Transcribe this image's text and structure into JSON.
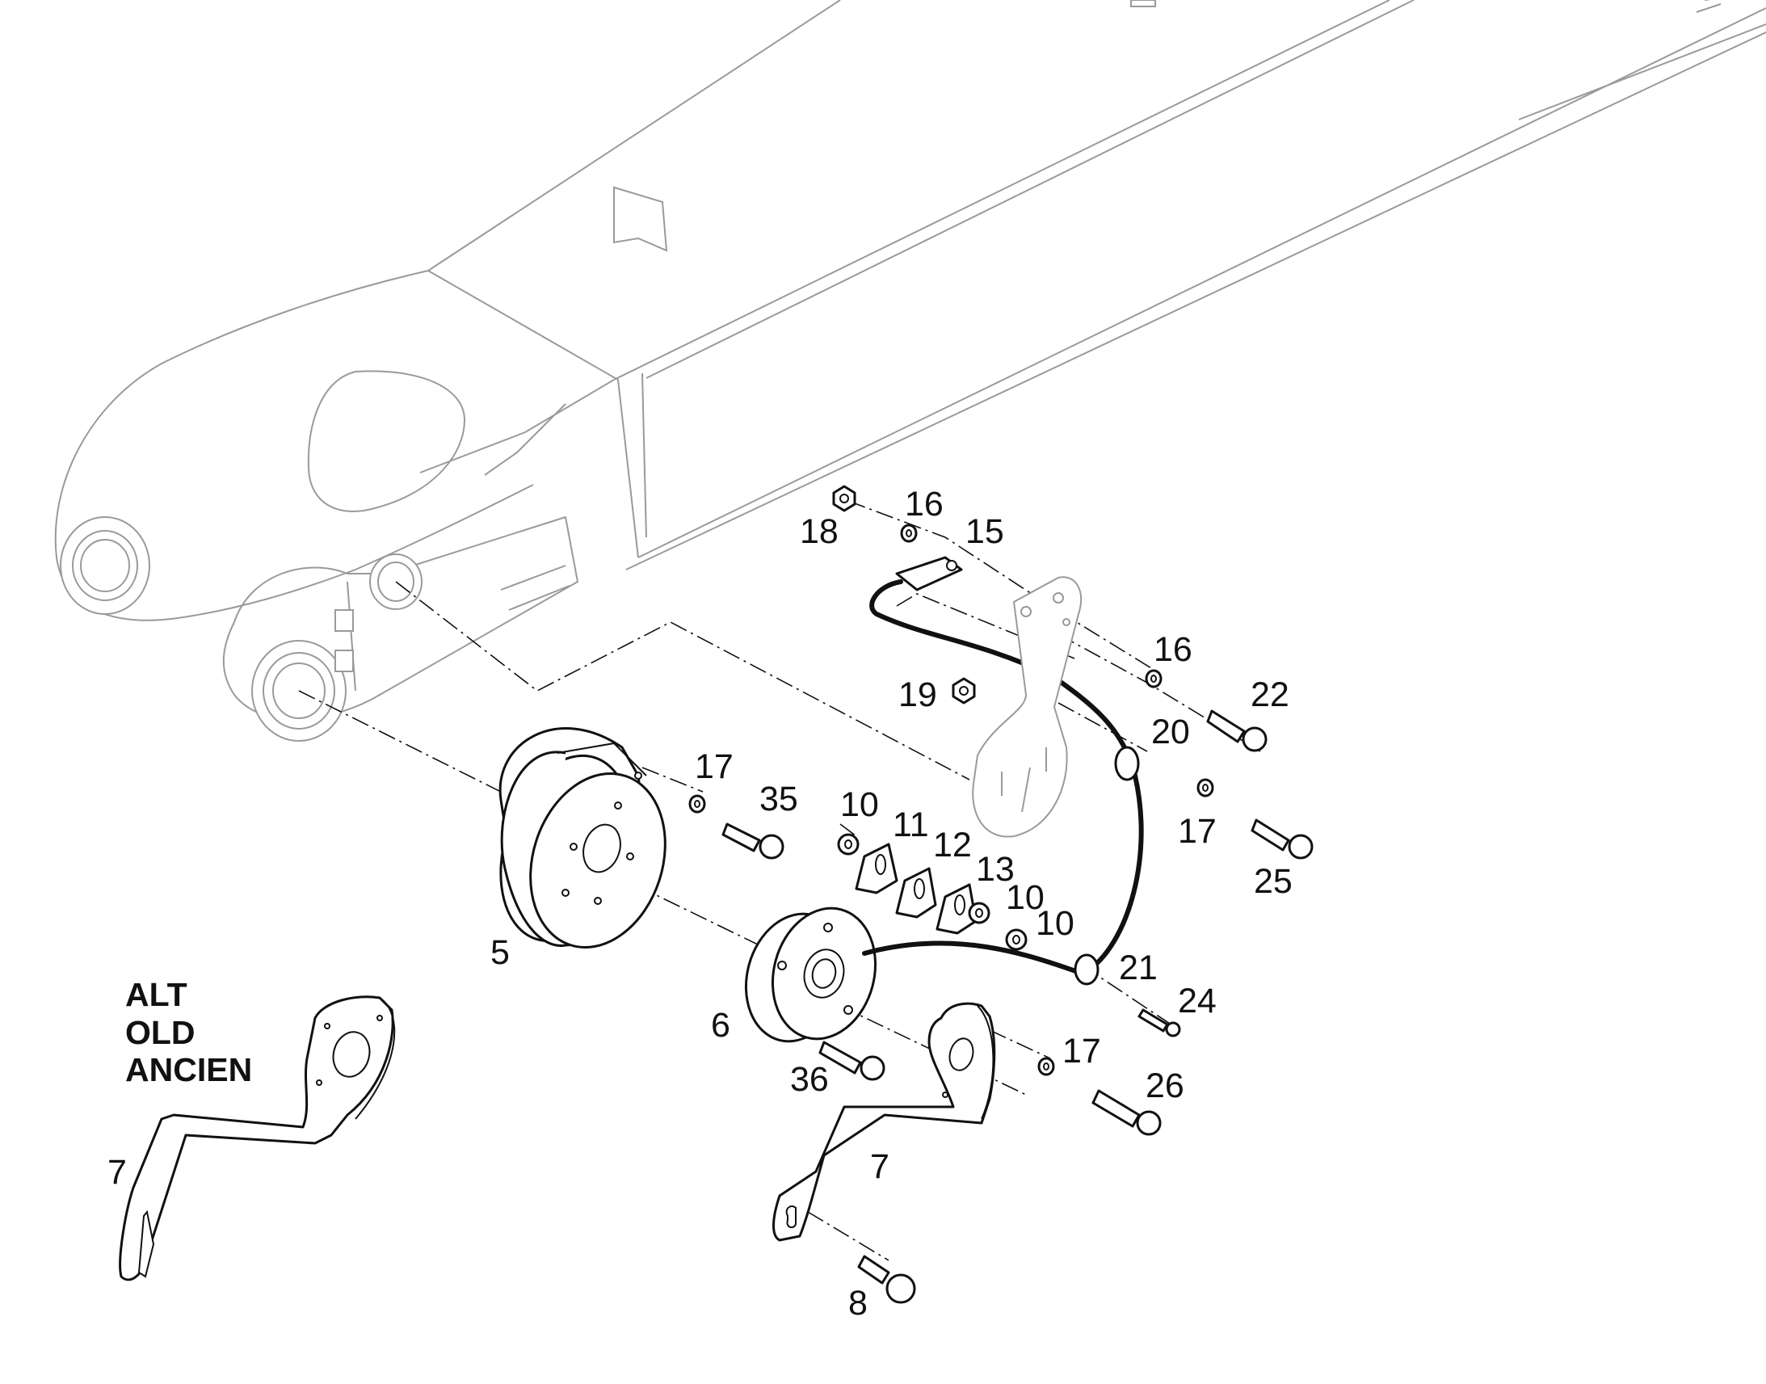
{
  "callouts": {
    "c5": "5",
    "c6": "6",
    "c7a": "7",
    "c7b": "7",
    "c8": "8",
    "c10a": "10",
    "c10b": "10",
    "c10c": "10",
    "c11": "11",
    "c12": "12",
    "c13": "13",
    "c15": "15",
    "c16a": "16",
    "c16b": "16",
    "c17a": "17",
    "c17b": "17",
    "c17c": "17",
    "c18": "18",
    "c19": "19",
    "c20": "20",
    "c21": "21",
    "c22": "22",
    "c24": "24",
    "c25": "25",
    "c26": "26",
    "c35": "35",
    "c36": "36"
  },
  "note": {
    "line1": "ALT",
    "line2": "OLD",
    "line3": "ANCIEN"
  }
}
